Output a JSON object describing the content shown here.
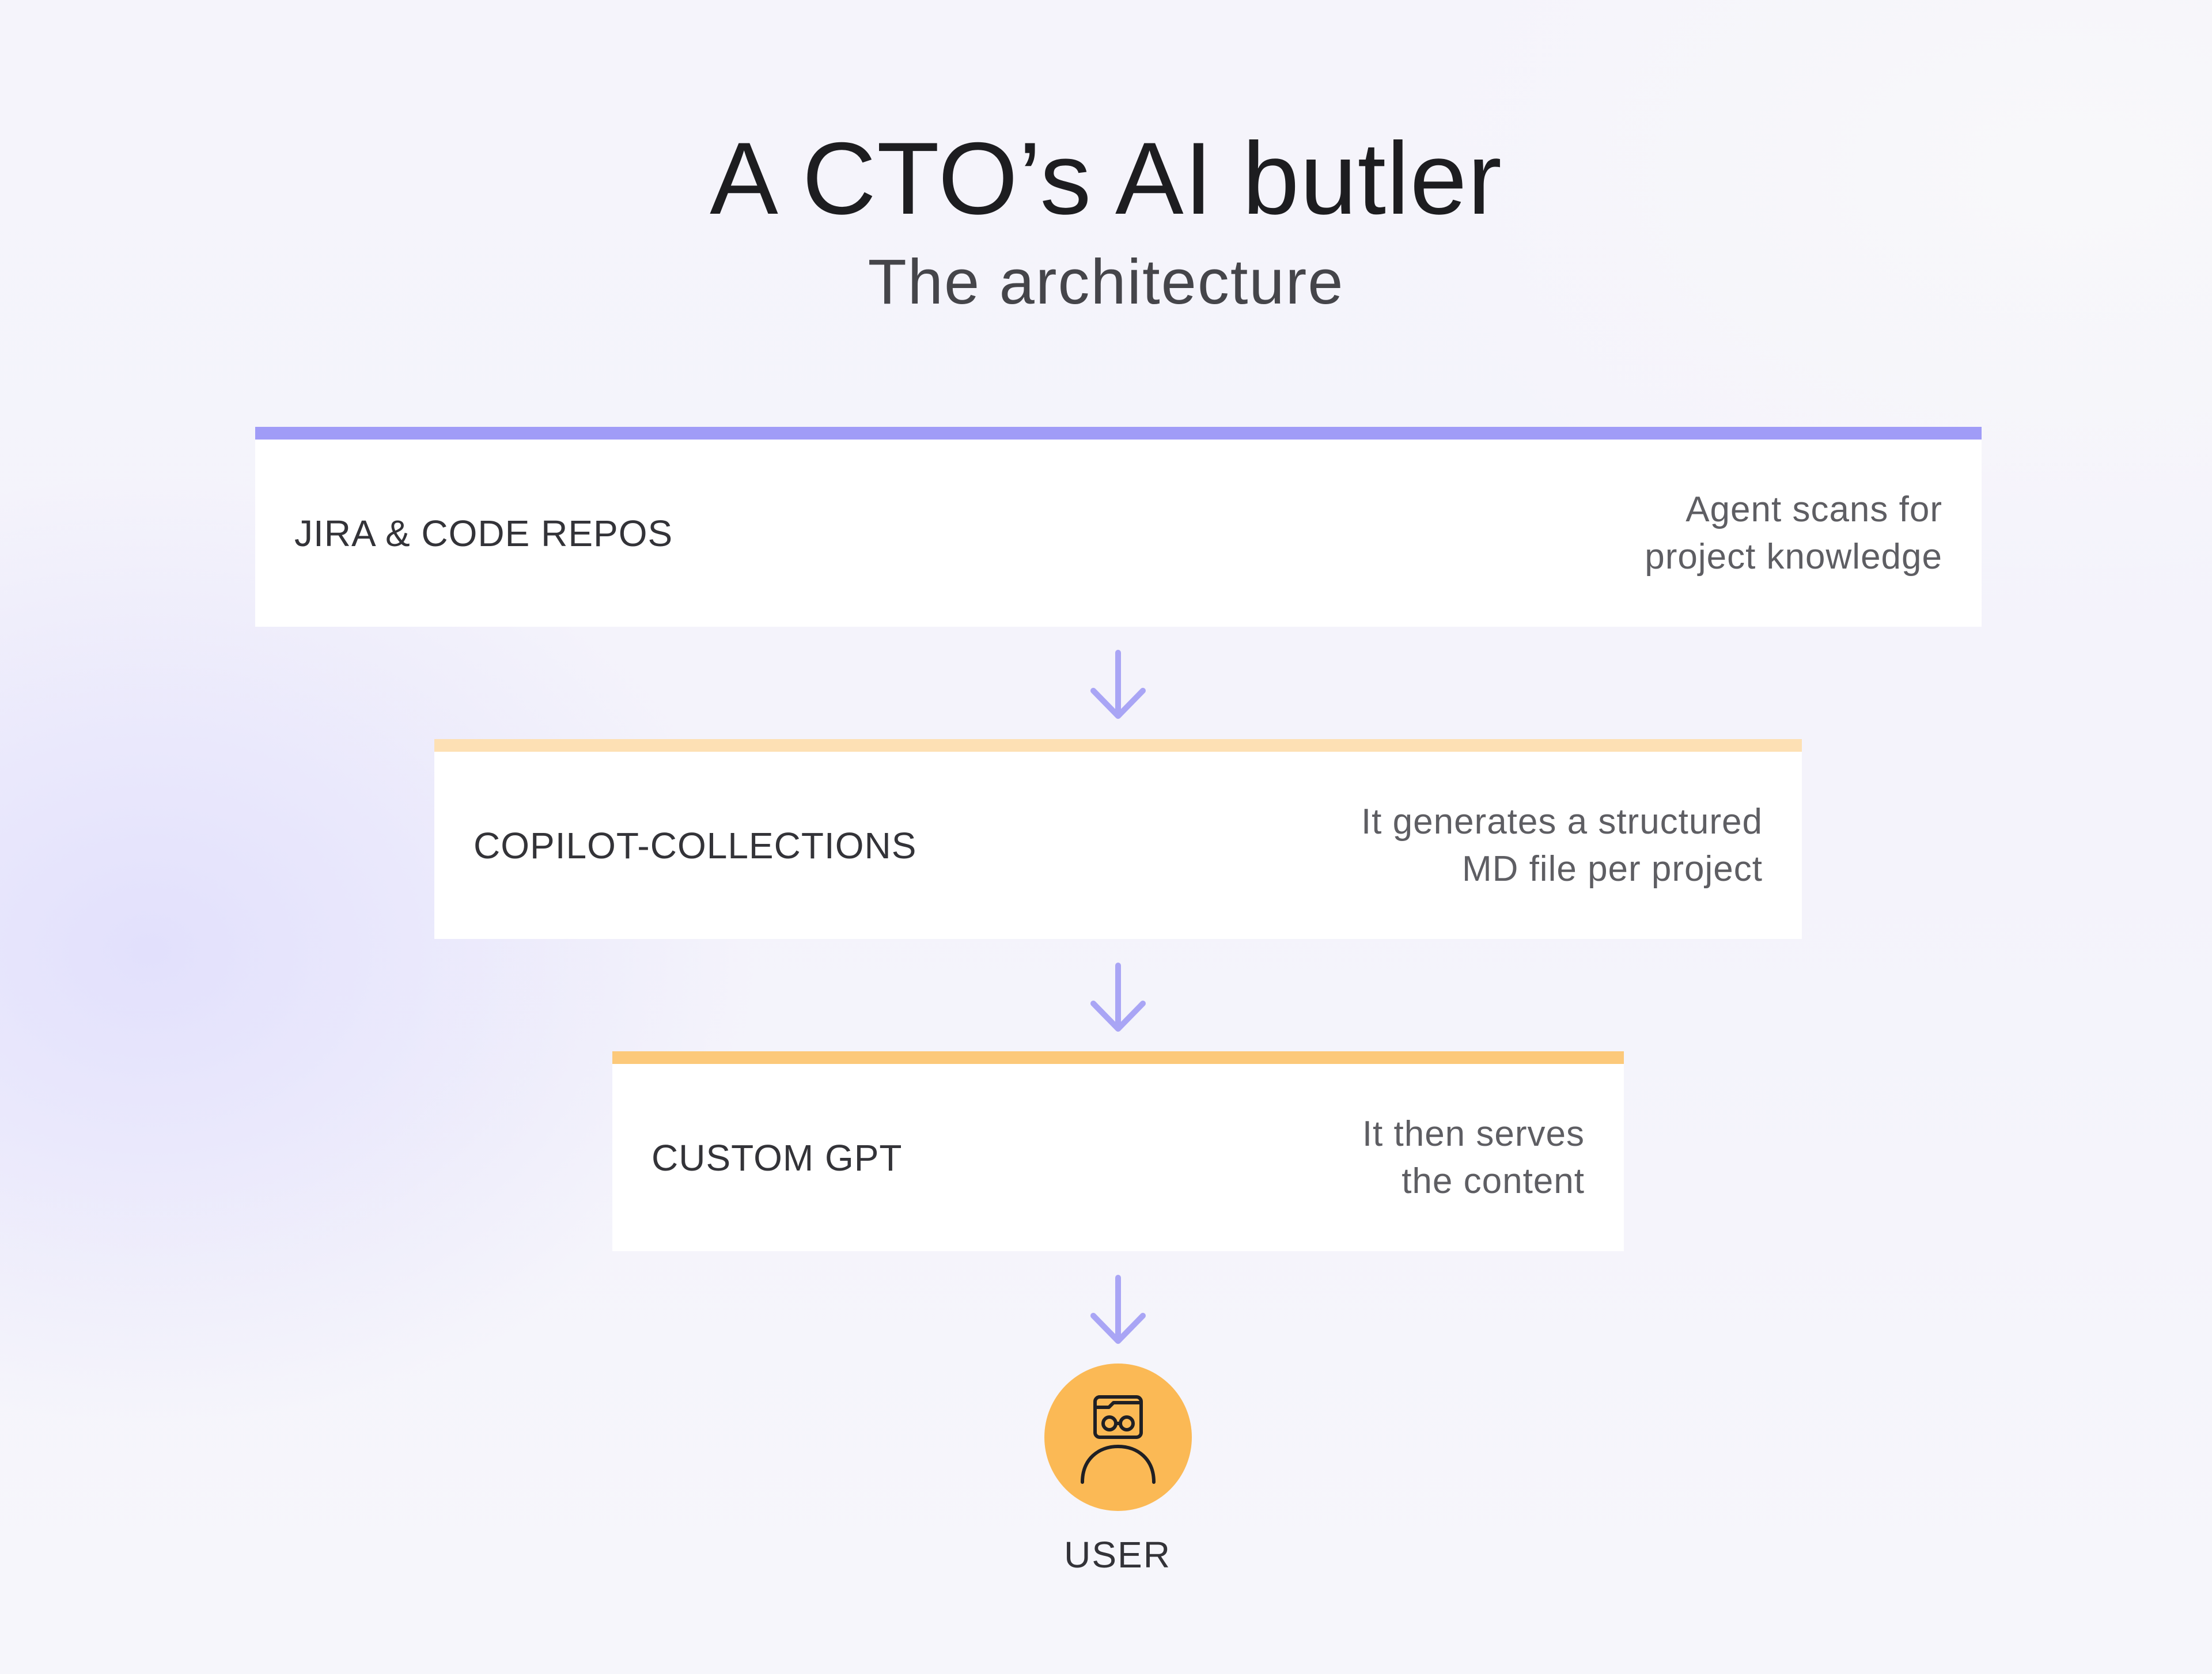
{
  "title": "A CTO’s AI butler",
  "subtitle": "The architecture",
  "colors": {
    "accent_purple": "#a09cf7",
    "accent_peach": "#fde0b4",
    "accent_orange": "#fcc97a",
    "avatar_fill": "#fbb955",
    "arrow": "#a9a5f5"
  },
  "steps": [
    {
      "label": "JIRA & CODE REPOS",
      "description": "Agent scans for\nproject knowledge",
      "accent": "#a09cf7"
    },
    {
      "label": "COPILOT-COLLECTIONS",
      "description": "It generates a structured\nMD file per project",
      "accent": "#fde0b4"
    },
    {
      "label": "CUSTOM GPT",
      "description": "It then serves\nthe content",
      "accent": "#fcc97a"
    }
  ],
  "user": {
    "label": "USER",
    "icon": "user-with-glasses-icon"
  },
  "connectors": {
    "icon": "arrow-down-icon"
  }
}
